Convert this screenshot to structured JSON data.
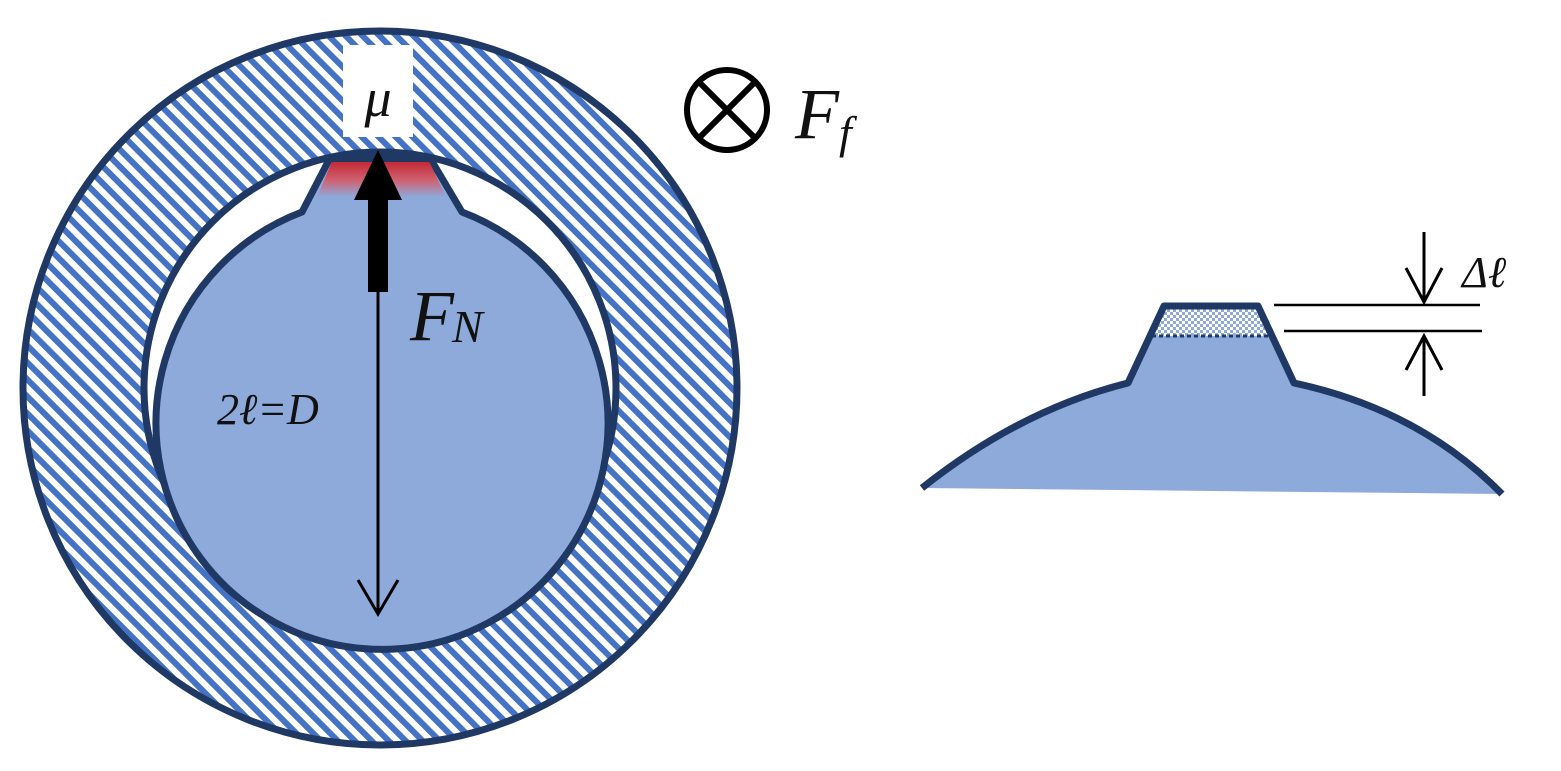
{
  "labels": {
    "mu": "μ",
    "friction_force_symbol": "F",
    "friction_force_subscript": "f",
    "normal_force_symbol": "F",
    "normal_force_subscript": "N",
    "diameter_relation": "2ℓ=D",
    "delta_l": "Δℓ"
  },
  "colors": {
    "outline": "#1f3864",
    "fill": "#8eaadb",
    "stripe": "#4472c4",
    "contact": "#c0202a",
    "arrow": "#000000"
  },
  "icons": {
    "out_of_plane_force": "circle-cross-icon"
  }
}
